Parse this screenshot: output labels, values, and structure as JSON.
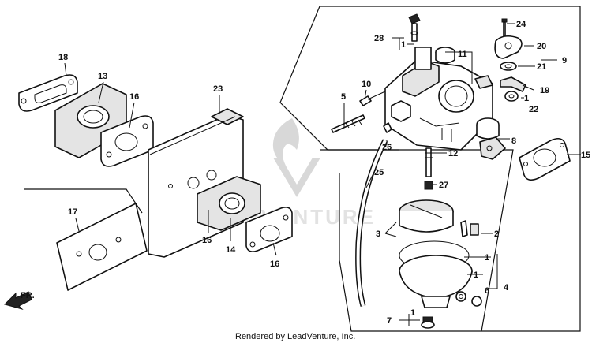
{
  "diagram": {
    "callouts": {
      "c1a": "1",
      "c1b": "1",
      "c1c": "1",
      "c1d": "1",
      "c1e": "1",
      "c2": "2",
      "c3": "3",
      "c4": "4",
      "c5": "5",
      "c6": "6",
      "c7": "7",
      "c8": "8",
      "c9": "9",
      "c10": "10",
      "c11": "11",
      "c12": "12",
      "c13": "13",
      "c14": "14",
      "c15": "15",
      "c16a": "16",
      "c16b": "16",
      "c16c": "16",
      "c17": "17",
      "c18": "18",
      "c19": "19",
      "c20": "20",
      "c21": "21",
      "c22": "22",
      "c23": "23",
      "c24": "24",
      "c25": "25",
      "c26": "26",
      "c27": "27",
      "c28": "28"
    },
    "front_label": "FR.",
    "credit": "Rendered by LeadVenture, Inc.",
    "watermark": "LEADVENTURE"
  }
}
